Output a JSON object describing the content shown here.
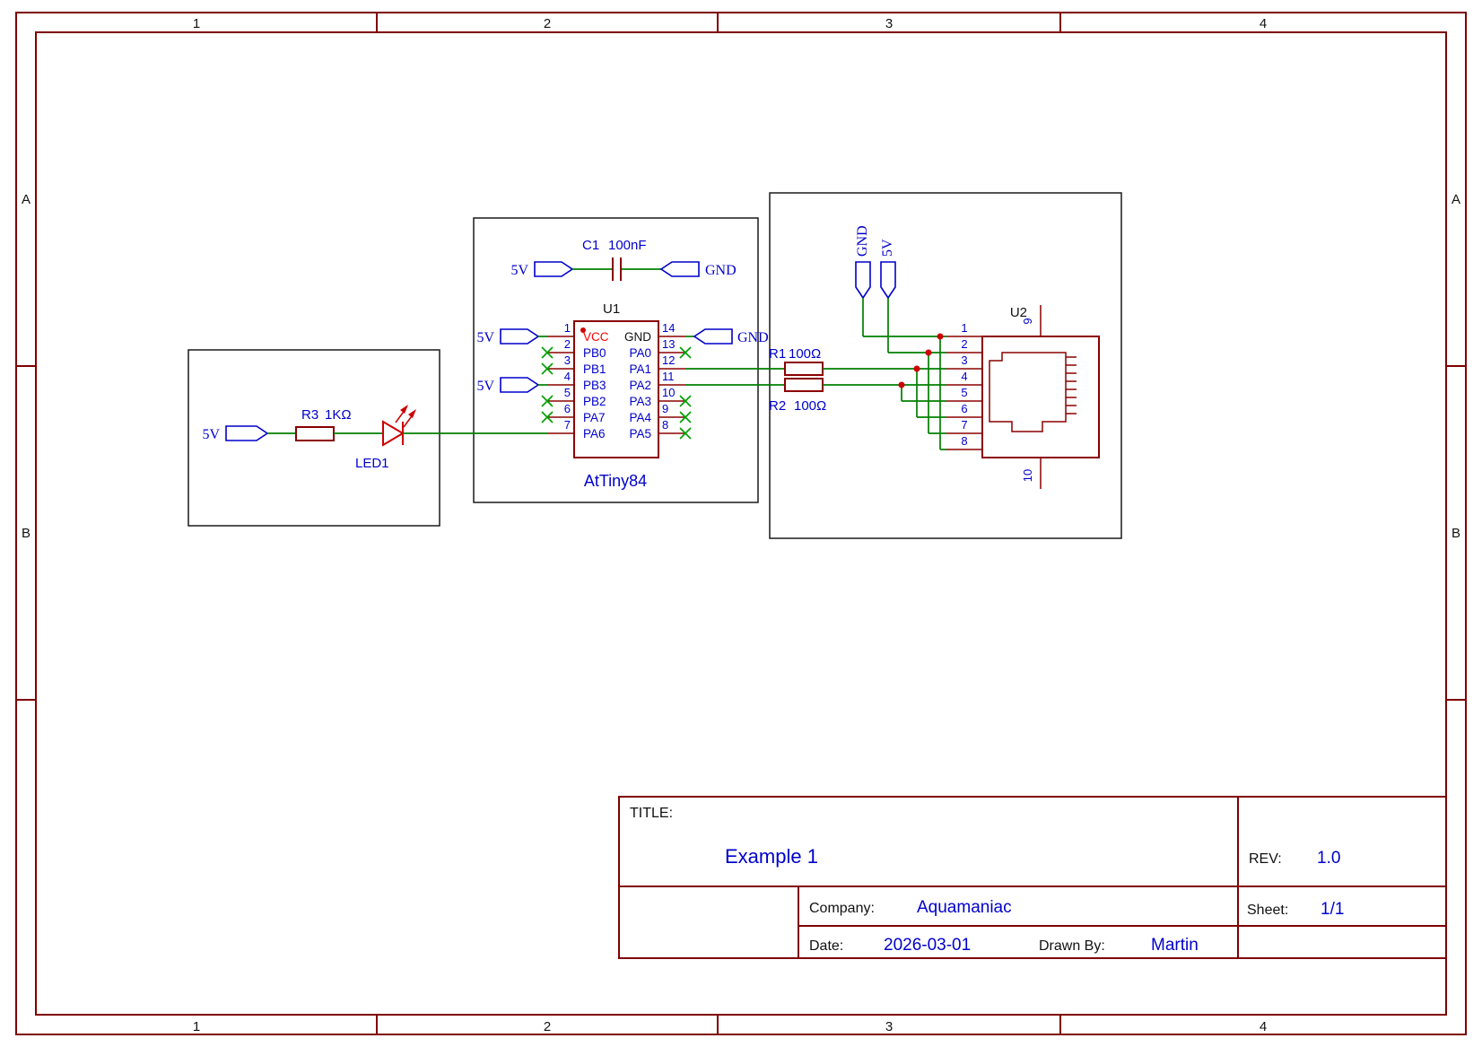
{
  "frame": {
    "columns": [
      "1",
      "2",
      "3",
      "4"
    ],
    "rows": [
      "A",
      "B"
    ]
  },
  "title_block": {
    "title_label": "TITLE:",
    "title": "Example 1",
    "rev_label": "REV:",
    "rev": "1.0",
    "company_label": "Company:",
    "company": "Aquamaniac",
    "sheet_label": "Sheet:",
    "sheet": "1/1",
    "date_label": "Date:",
    "date": "2026-03-01",
    "drawn_by_label": "Drawn By:",
    "drawn_by": "Martin"
  },
  "led_block": {
    "supply_flag": "5V",
    "resistor_ref": "R3",
    "resistor_value": "1KΩ",
    "led_ref": "LED1"
  },
  "mcu_block": {
    "cap_ref": "C1",
    "cap_value": "100nF",
    "cap_left_flag": "5V",
    "cap_right_flag": "GND",
    "pin1_flag": "5V",
    "pin4_flag": "5V",
    "pin14_flag": "GND",
    "ic_ref": "U1",
    "ic_name": "AtTiny84",
    "rows": [
      {
        "l_num": "1",
        "l_name": "VCC",
        "r_name": "GND",
        "r_num": "14"
      },
      {
        "l_num": "2",
        "l_name": "PB0",
        "r_name": "PA0",
        "r_num": "13"
      },
      {
        "l_num": "3",
        "l_name": "PB1",
        "r_name": "PA1",
        "r_num": "12"
      },
      {
        "l_num": "4",
        "l_name": "PB3",
        "r_name": "PA2",
        "r_num": "11"
      },
      {
        "l_num": "5",
        "l_name": "PB2",
        "r_name": "PA3",
        "r_num": "10"
      },
      {
        "l_num": "6",
        "l_name": "PA7",
        "r_name": "PA4",
        "r_num": "9"
      },
      {
        "l_num": "7",
        "l_name": "PA6",
        "r_name": "PA5",
        "r_num": "8"
      }
    ]
  },
  "connector_block": {
    "gnd_flag": "GND",
    "v5_flag": "5V",
    "r1_ref": "R1",
    "r1_value": "100Ω",
    "r2_ref": "R2",
    "r2_value": "100Ω",
    "conn_ref": "U2",
    "pin_numbers": [
      "1",
      "2",
      "3",
      "4",
      "5",
      "6",
      "7",
      "8"
    ],
    "pin9": "9",
    "pin10": "10"
  },
  "colors": {
    "frame": "#7f0000",
    "wire": "#007f00",
    "component": "#8b0000",
    "label": "#0000cc",
    "vcc": "#ff0000",
    "junction": "#cc0000"
  }
}
